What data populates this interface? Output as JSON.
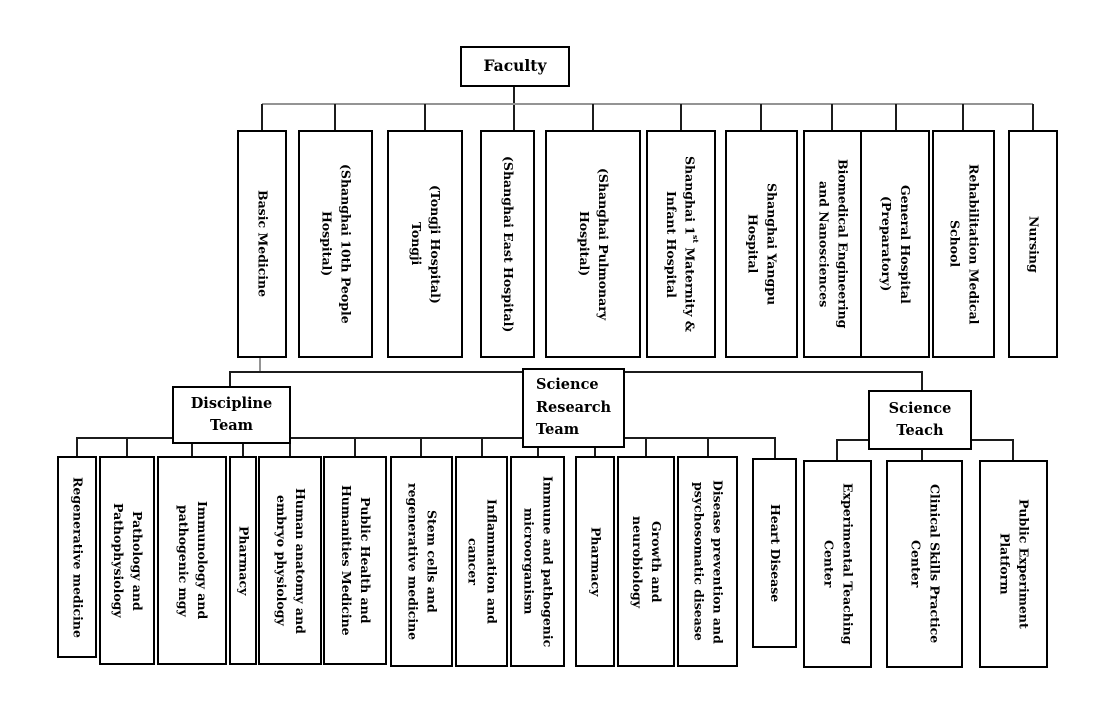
{
  "root": {
    "label": "Faculty"
  },
  "departments": [
    {
      "label": "Basic Medicine"
    },
    {
      "label": "(Shanghai 10th People\nHospital)"
    },
    {
      "label": "(Tongji Hospital)\nTongji"
    },
    {
      "label": "(Shanghai East Hospital)"
    },
    {
      "label": "(Shanghai Pulmonary\nHospital)"
    },
    {
      "parts": [
        "Shanghai 1",
        "st",
        " Maternity &\nInfant Hospital"
      ]
    },
    {
      "label": "Shanghai Yangpu\nHospital"
    },
    {
      "label": "Biomedical Engineering\nand Nanosciences"
    },
    {
      "label": "General Hospital\n(Preparatory)"
    },
    {
      "label": "Rehabilitation Medical\nSchool"
    },
    {
      "label": "Nursing"
    }
  ],
  "teams": [
    {
      "label": "Discipline\nTeam"
    },
    {
      "label": "Science\nResearch\nTeam"
    },
    {
      "label": "Science\nTeach"
    }
  ],
  "discipline_members": [
    {
      "label": "Regenerative medicine"
    },
    {
      "label": "Pathology and\nPathophysiology"
    },
    {
      "label": "Immunology and\npathogenic mgy"
    },
    {
      "label": "Pharmacy"
    },
    {
      "label": "Human anatomy and\nembryo physiology"
    },
    {
      "label": "Public Health and\nHumanities Medicine"
    }
  ],
  "research_members": [
    {
      "label": "Stem cells and\nregenerative medicine"
    },
    {
      "label": "Inflammation and\ncancer"
    },
    {
      "label": "Immune and pathogenic\nmicroorganism"
    },
    {
      "label": "Pharmacy"
    },
    {
      "label": "Growth and\nneurobiology"
    },
    {
      "label": "Disease prevention and\npsychosomatic disease"
    },
    {
      "label": "Heart Disease"
    }
  ],
  "teach_members": [
    {
      "label": "Experimental Teaching\nCenter"
    },
    {
      "label": "Clinical Skills Practice\nCenter"
    },
    {
      "label": "Public Experiment\nPlatform"
    }
  ],
  "colors": {
    "background": "#ffffff",
    "box_border": "#000000",
    "text": "#000000",
    "connector": "#1c1c1c",
    "connector_light": "#949494"
  }
}
